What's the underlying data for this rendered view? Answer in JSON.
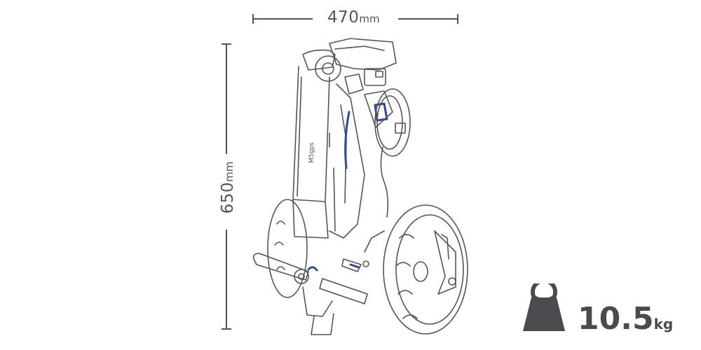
{
  "dimensions": {
    "width": {
      "value": "470",
      "unit": "mm"
    },
    "height": {
      "value": "650",
      "unit": "mm"
    }
  },
  "weight": {
    "value": "10.5",
    "unit": "kg",
    "icon": "weight-icon"
  },
  "product": {
    "brand_text": "M5gps",
    "illustration": "folded-golf-trolley"
  },
  "colors": {
    "line": "#555559",
    "accent": "#2b4a9a",
    "icon": "#4a4a4f",
    "background": "#ffffff"
  }
}
